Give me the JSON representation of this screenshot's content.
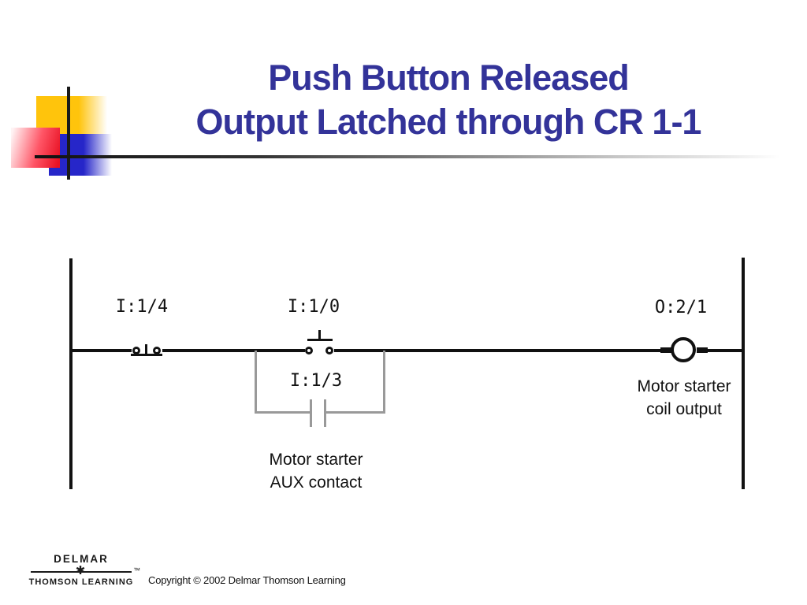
{
  "slide": {
    "title": {
      "line1": "Push Button Released",
      "line2": "Output Latched through CR 1-1"
    }
  },
  "ladder": {
    "contacts": [
      {
        "address": "I:1/4",
        "type": "normally-closed-pushbutton"
      },
      {
        "address": "I:1/0",
        "type": "normally-open-pushbutton"
      }
    ],
    "branch": {
      "address": "I:1/3",
      "type": "normally-open-contact",
      "label1": "Motor starter",
      "label2": "AUX contact"
    },
    "coil": {
      "address": "O:2/1",
      "type": "output-coil",
      "label1": "Motor starter",
      "label2": "coil output"
    }
  },
  "footer": {
    "logo": {
      "top": "DELMAR",
      "bottom": "THOMSON LEARNING",
      "trademark": "™",
      "star": "✱"
    },
    "copyright": "Copyright © 2002 Delmar Thomson Learning"
  },
  "colors": {
    "title": "#333399",
    "wire": "#111111",
    "branch_wire": "#999999",
    "accent_yellow": "#ffc40c",
    "accent_blue": "#2626c9",
    "accent_red": "#e81123"
  }
}
